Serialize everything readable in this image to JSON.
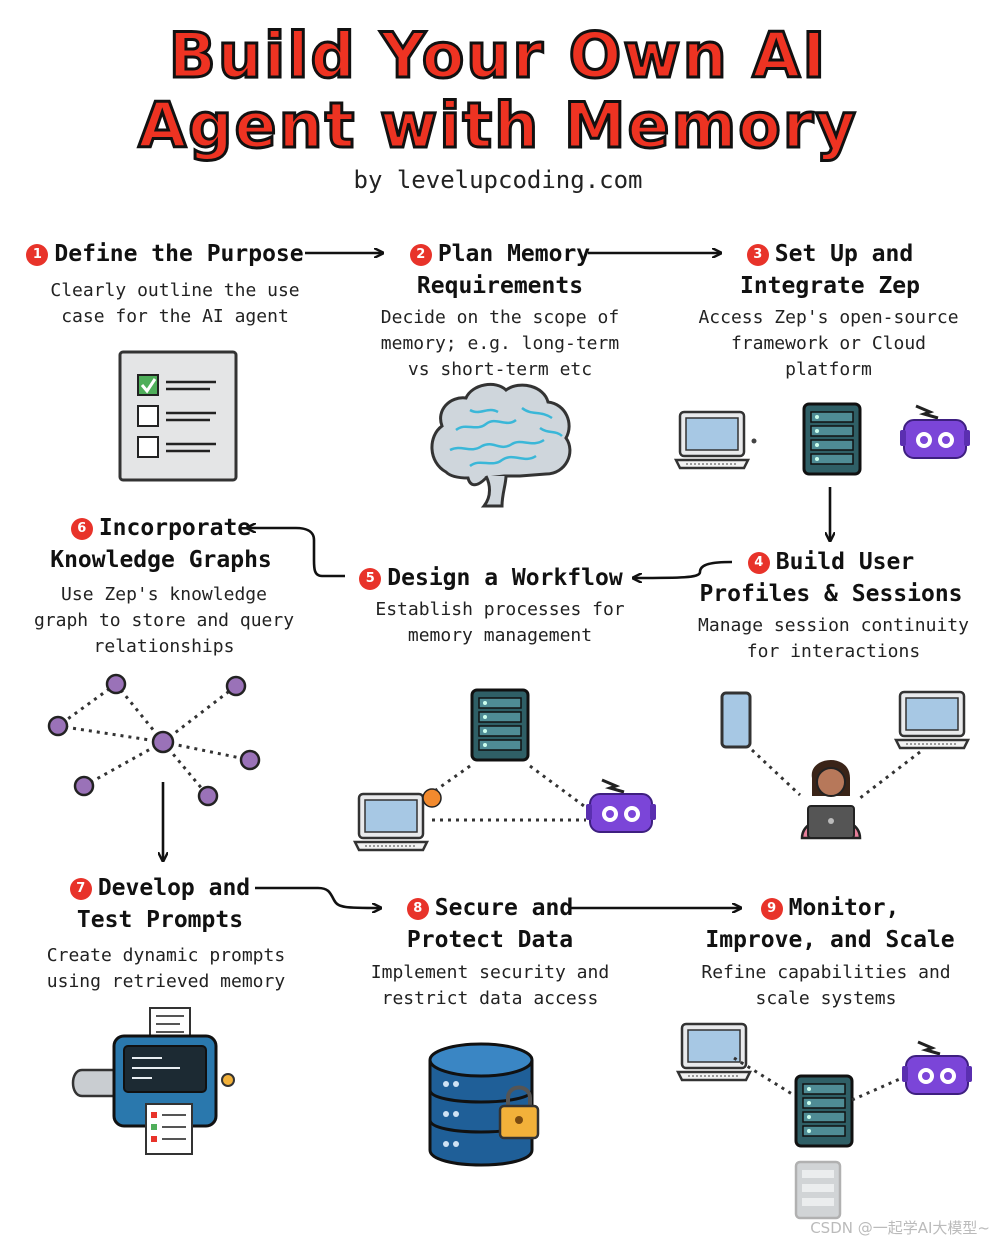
{
  "header": {
    "title_line1": "Build Your Own AI",
    "title_line2": "Agent with Memory",
    "byline": "by levelupcoding.com"
  },
  "steps": [
    {
      "number": "1",
      "title_line1": "Define the Purpose",
      "title_line2": "",
      "desc_line1": "Clearly outline the use",
      "desc_line2": "case for the AI agent",
      "desc_line3": ""
    },
    {
      "number": "2",
      "title_line1": "Plan Memory",
      "title_line2": "Requirements",
      "desc_line1": "Decide on the scope of",
      "desc_line2": "memory; e.g. long-term",
      "desc_line3": "vs short-term etc"
    },
    {
      "number": "3",
      "title_line1": "Set Up and",
      "title_line2": "Integrate Zep",
      "desc_line1": "Access Zep's open-source",
      "desc_line2": "framework or Cloud",
      "desc_line3": "platform"
    },
    {
      "number": "4",
      "title_line1": "Build User",
      "title_line2": "Profiles & Sessions",
      "desc_line1": "Manage session continuity",
      "desc_line2": "for interactions",
      "desc_line3": ""
    },
    {
      "number": "5",
      "title_line1": "Design a Workflow",
      "title_line2": "",
      "desc_line1": "Establish processes for",
      "desc_line2": "memory management",
      "desc_line3": ""
    },
    {
      "number": "6",
      "title_line1": "Incorporate",
      "title_line2": "Knowledge Graphs",
      "desc_line1": "Use Zep's knowledge",
      "desc_line2": "graph to store and query",
      "desc_line3": "relationships"
    },
    {
      "number": "7",
      "title_line1": "Develop and",
      "title_line2": "Test Prompts",
      "desc_line1": "Create dynamic prompts",
      "desc_line2": "using retrieved memory",
      "desc_line3": ""
    },
    {
      "number": "8",
      "title_line1": "Secure and",
      "title_line2": "Protect Data",
      "desc_line1": "Implement security and",
      "desc_line2": "restrict data access",
      "desc_line3": ""
    },
    {
      "number": "9",
      "title_line1": "Monitor,",
      "title_line2": "Improve, and Scale",
      "desc_line1": "Refine capabilities and",
      "desc_line2": "scale systems",
      "desc_line3": ""
    }
  ],
  "icons": [
    "checklist-icon",
    "brain-icon",
    "laptop-icon",
    "server-icon",
    "zep-robot-icon",
    "phone-icon",
    "user-avatar-icon",
    "knowledge-graph-icon",
    "printer-icon",
    "database-lock-icon"
  ],
  "colors": {
    "title": "#ee3322",
    "badge": "#e8332a",
    "robot": "#7b45d8",
    "server": "#2f5f66",
    "graph_node": "#9a72b8",
    "database": "#1f5f98"
  },
  "watermark": "CSDN @一起学AI大模型~"
}
